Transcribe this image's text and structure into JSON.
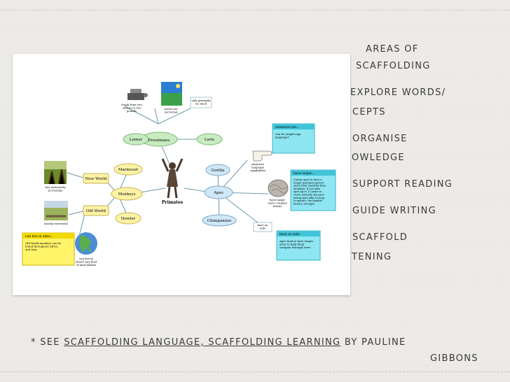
{
  "slide": {
    "heading_line1": "AREAS OF",
    "heading_line2": "SCAFFOLDING",
    "items": [
      {
        "line1": "EXPLORE WORDS/",
        "line2": "CEPTS"
      },
      {
        "line1": "ORGANISE",
        "line2": "OWLEDGE"
      },
      {
        "line1": "SUPPORT READING"
      },
      {
        "line1": "GUIDE WRITING"
      },
      {
        "line1": "SCAFFOLD",
        "line2": "TENING"
      }
    ],
    "footer": {
      "prefix": "* SEE ",
      "title": "SCAFFOLDING LANGUAGE, SCAFFOLDING LEARNING",
      "by": " BY PAULINE",
      "author_last": "GIBBONS"
    }
  },
  "diagram": {
    "center": "Primates",
    "prosimians": "Prosimians",
    "lemur": "Lemur",
    "loris": "Loris",
    "monkeys": "Monkeys",
    "apes": "Apes",
    "new_world": "New World",
    "old_world": "Old World",
    "marmoset": "Marmoset",
    "howler": "Howler",
    "gorilla": "Gorilla",
    "chimpanzee": "Chimpanzee",
    "note_tarsier": "tough from two\nounces to two\npounds",
    "note_rarest": "rarest are\nnocturnal",
    "note_nocturnal": "only primarily\non smell",
    "note_treetops": "live exclusively\nin treetops",
    "note_terrestrial": "mostly terrestrial",
    "note_landmass": "can live in\nalmost any kind\nof land habitat",
    "note_language": "extensive\nlanguage\ncapabilities",
    "note_brains": "have larger\nmore complex\nbrains",
    "note_tails": "have no\ntails",
    "card1_title": "can live in almo...",
    "card1_body": "Old World monkeys can be\nfound throughout Africa\nand Asia.",
    "card2_title": "extensive lan...",
    "card2_body": "Can be taught sign\nlanguage?",
    "card3_title": "have larger...",
    "card3_body": "Causes apes to have a\nlonger gestation period\nand a later maturity than\nmonkeys. It can take\napes up to 13 years to\nreach maturity. Because\nyoung apes take so long\nto mature, the familial\nbond is stronger.",
    "card4_title": "have no tails",
    "card4_body": "Apes tend to have longer\narms to help them\nnavigate through trees."
  },
  "colors": {
    "node_green": "#c8ebc0",
    "node_yellow": "#fdf3a6",
    "node_blue": "#cfe7f7",
    "card_yellow": "#fff46a",
    "card_blue": "#8ee6f2",
    "text_ink": "#3a3a38"
  }
}
